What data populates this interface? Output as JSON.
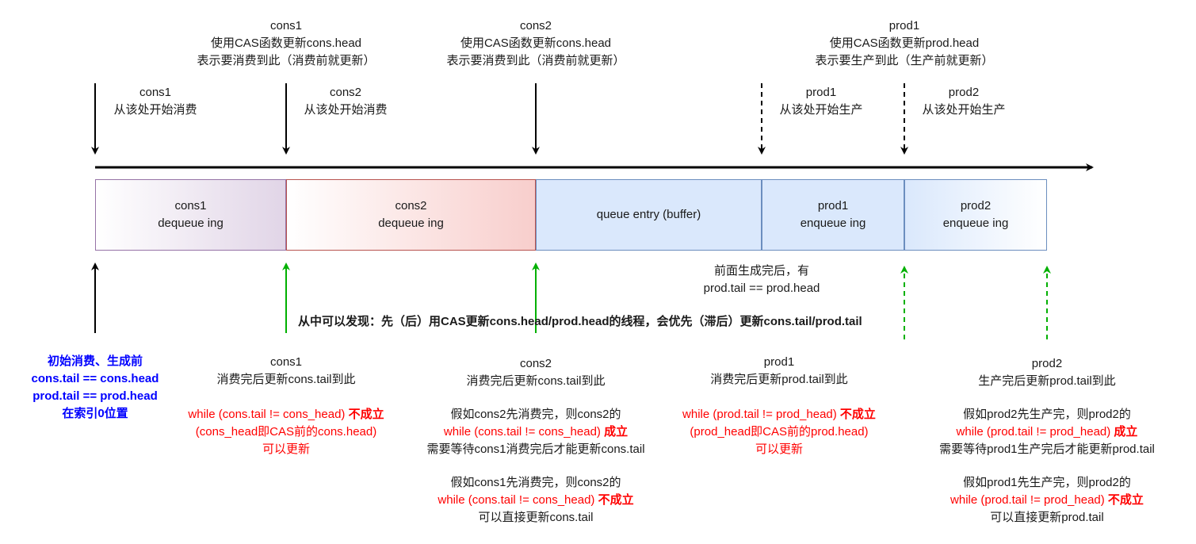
{
  "top_labels": {
    "cons1": [
      "cons1",
      "使用CAS函数更新cons.head",
      "表示要消费到此（消费前就更新）"
    ],
    "cons2": [
      "cons2",
      "使用CAS函数更新cons.head",
      "表示要消费到此（消费前就更新）"
    ],
    "prod1": [
      "prod1",
      "使用CAS函数更新prod.head",
      "表示要生产到此（生产前就更新）"
    ]
  },
  "start_labels": {
    "cons1": [
      "cons1",
      "从该处开始消费"
    ],
    "cons2": [
      "cons2",
      "从该处开始消费"
    ],
    "prod1": [
      "prod1",
      "从该处开始生产"
    ],
    "prod2": [
      "prod2",
      "从该处开始生产"
    ]
  },
  "boxes": [
    {
      "l1": "cons1",
      "l2": "dequeue ing"
    },
    {
      "l1": "cons2",
      "l2": "dequeue ing"
    },
    {
      "l1": "queue entry (buffer)"
    },
    {
      "l1": "prod1",
      "l2": "enqueue ing"
    },
    {
      "l1": "prod2",
      "l2": "enqueue ing"
    }
  ],
  "prod_note": [
    "前面生成完后，有",
    "prod.tail == prod.head"
  ],
  "conclusion": "从中可以发现：先（后）用CAS更新cons.head/prod.head的线程，会优先（滞后）更新cons.tail/prod.tail",
  "initial": [
    "初始消费、生成前",
    "cons.tail == cons.head",
    "prod.tail == prod.head",
    "在索引0位置"
  ],
  "cons1_bottom": {
    "title": "cons1",
    "desc": "消费完后更新cons.tail到此",
    "cond": "while (cons.tail != cons_head) ",
    "cond_res": "不成立",
    "note": "(cons_head即CAS前的cons.head)",
    "can": "可以更新"
  },
  "cons2_bottom": {
    "title": "cons2",
    "desc": "消费完后更新cons.tail到此",
    "a1": "假如cons2先消费完，则cons2的",
    "a2": "while (cons.tail != cons_head) ",
    "a2r": "成立",
    "a3": "需要等待cons1消费完后才能更新cons.tail",
    "b1": "假如cons1先消费完，则cons2的",
    "b2": "while (cons.tail != cons_head) ",
    "b2r": "不成立",
    "b3": "可以直接更新cons.tail"
  },
  "prod1_bottom": {
    "title": "prod1",
    "desc": "消费完后更新prod.tail到此",
    "cond": "while (prod.tail != prod_head) ",
    "cond_res": "不成立",
    "note": "(prod_head即CAS前的prod.head)",
    "can": "可以更新"
  },
  "prod2_bottom": {
    "title": "prod2",
    "desc": "生产完后更新prod.tail到此",
    "a1": "假如prod2先生产完，则prod2的",
    "a2": "while (prod.tail != prod_head) ",
    "a2r": "成立",
    "a3": "需要等待prod1生产完后才能更新prod.tail",
    "b1": "假如prod1先生产完，则prod2的",
    "b2": "while (prod.tail != prod_head) ",
    "b2r": "不成立",
    "b3": "可以直接更新prod.tail"
  },
  "colors": {
    "green": "#00b000",
    "red": "#ff0000",
    "blue": "#0000ff"
  }
}
